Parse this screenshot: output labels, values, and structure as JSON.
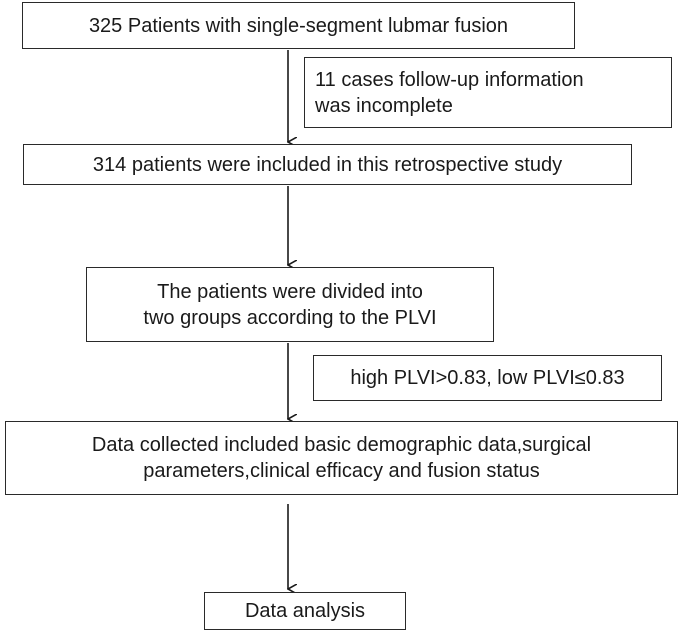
{
  "boxes": {
    "patients_fusion": {
      "lines": [
        "325 Patients with single-segment lubmar fusion"
      ]
    },
    "incomplete_followup": {
      "lines": [
        "11 cases follow-up information",
        "was incomplete"
      ]
    },
    "included": {
      "lines": [
        "314 patients were included in this retrospective study"
      ]
    },
    "divided": {
      "lines": [
        "The patients were divided into",
        "two groups according to the PLVI"
      ]
    },
    "plvi_threshold": {
      "lines": [
        "high PLVI>0.83, low PLVI≤0.83"
      ]
    },
    "data_collected": {
      "lines": [
        "Data collected included basic demographic data,surgical",
        "parameters,clinical efficacy and fusion status"
      ]
    },
    "analysis": {
      "lines": [
        "Data analysis"
      ]
    }
  },
  "colors": {
    "line": "#1a1a1a",
    "border": "#2a2a2a",
    "text": "#1a1a1a"
  }
}
